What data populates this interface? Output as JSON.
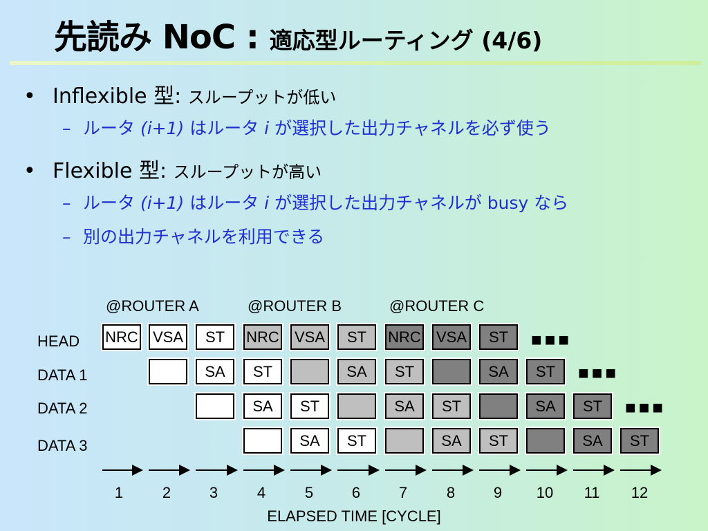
{
  "slide": {
    "title_main": "先読み NoC : ",
    "title_sub": "適応型ルーティング (4/6)"
  },
  "bullets": [
    {
      "label": "Inflexible 型: ",
      "desc": "スループットが低い"
    },
    {
      "label": "Flexible 型: ",
      "desc": "スループットが高い"
    }
  ],
  "sub_bullets": [
    {
      "pre": "ルータ ",
      "i1": "(i+1)",
      "mid": " はルータ ",
      "i2": "i",
      "post": " が選択した出力チャネルを必ず使う"
    },
    {
      "pre": "ルータ ",
      "i1": "(i+1)",
      "mid": " はルータ ",
      "i2": "i",
      "post": " が選択した出力チャネルが busy なら"
    },
    {
      "text": "別の出力チャネルを利用できる"
    }
  ],
  "diagram": {
    "routers": [
      "@ROUTER A",
      "@ROUTER B",
      "@ROUTER C"
    ],
    "rows": [
      "HEAD",
      "DATA 1",
      "DATA 2",
      "DATA 3"
    ],
    "cells": {
      "head": [
        "NRC",
        "VSA",
        "ST",
        "NRC",
        "VSA",
        "ST",
        "NRC",
        "VSA",
        "ST"
      ],
      "d1": [
        "",
        "SA",
        "ST",
        "",
        "SA",
        "ST",
        "",
        "SA",
        "ST"
      ],
      "d2": [
        "",
        "SA",
        "ST",
        "",
        "SA",
        "ST",
        "",
        "SA",
        "ST"
      ],
      "d3": [
        "",
        "SA",
        "ST",
        "",
        "SA",
        "ST",
        "",
        "SA",
        "ST"
      ]
    },
    "cycles": [
      "1",
      "2",
      "3",
      "4",
      "5",
      "6",
      "7",
      "8",
      "9",
      "10",
      "11",
      "12"
    ],
    "xlabel": "ELAPSED TIME [CYCLE]",
    "ellipsis": "■■■"
  }
}
